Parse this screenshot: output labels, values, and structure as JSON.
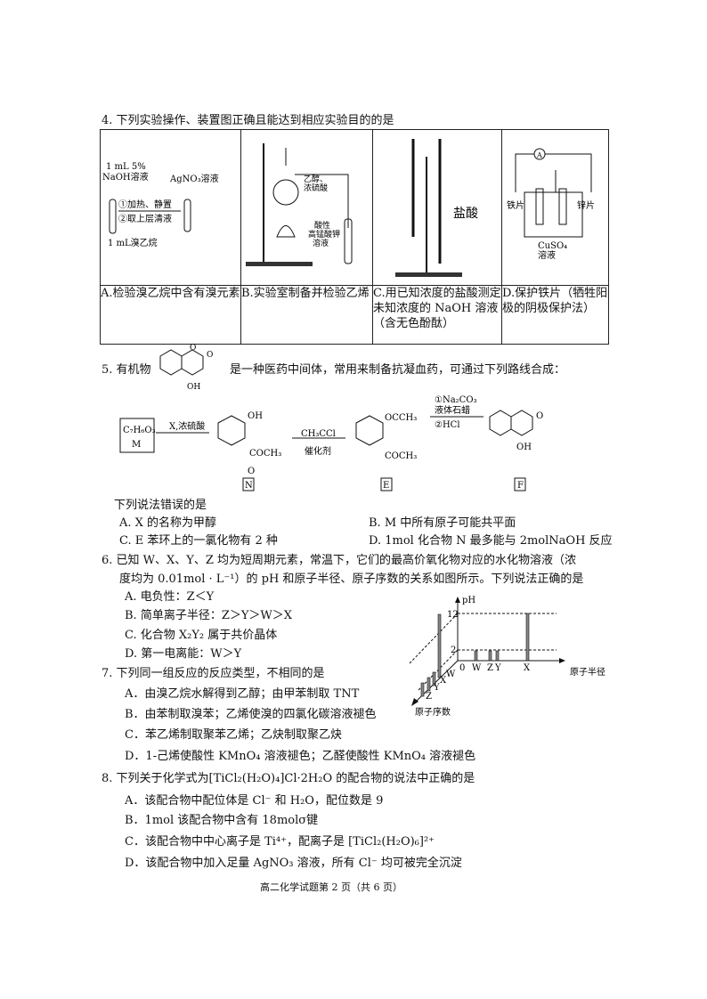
{
  "q4": {
    "stem": "4. 下列实验操作、装置图正确且能达到相应实验目的的是",
    "fig_a": {
      "reagent1": "1 mL  5%",
      "reagent1b": "NaOH溶液",
      "reagent2": "AgNO₃溶液",
      "step1": "①加热、静置",
      "step2": "②取上层清液",
      "bottom": "1 mL溴乙烷"
    },
    "fig_b": {
      "label1": "乙醇、",
      "label2": "浓硫酸",
      "label3": "酸性",
      "label4": "高锰酸钾",
      "label5": "溶液"
    },
    "fig_c": {
      "label": "盐酸"
    },
    "fig_d": {
      "meter": "A",
      "left": "铁片",
      "right": "锌片",
      "sol1": "CuSO₄",
      "sol2": "溶液"
    },
    "options": [
      "A.检验溴乙烷中含有溴元素",
      "B.实验室制备并检验乙烯",
      "C.用已知浓度的盐酸测定未知浓度的 NaOH 溶液（含无色酚酞）",
      "D.保护铁片（牺牲阳极的阴极保护法）"
    ]
  },
  "q5": {
    "stem_pre": "5. 有机物",
    "stem_post": "是一种医药中间体，常用来制备抗凝血药，可通过下列路线合成：",
    "scheme": {
      "m_formula": "C₇H₆O₃",
      "m_label": "M",
      "arrow1": "X,浓硫酸",
      "reagent2": "CH₃CCl",
      "cat2": "催化剂",
      "reagent3a": "①Na₂CO₃",
      "reagent3b": "液体石蜡",
      "reagent3c": "②HCl",
      "N": "N",
      "E": "E",
      "F": "F",
      "OH": "OH",
      "COCH3": "COCH₃",
      "OCCH3": "OCCH₃",
      "O": "O"
    },
    "question": "下列说法错误的是",
    "options": [
      "A. X 的名称为甲醇",
      "B. M 中所有原子可能共平面",
      "C. E 苯环上的一氯化物有 2 种",
      "D. 1mol 化合物 N 最多能与 2molNaOH 反应"
    ]
  },
  "q6": {
    "stem1": "6. 已知 W、X、Y、Z 均为短周期元素，常温下，它们的最高价氧化物对应的水化物溶液（浓",
    "stem2": "度均为 0.01mol · L⁻¹）的 pH 和原子半径、原子序数的关系如图所示。下列说法正确的是",
    "options": [
      "A. 电负性：Z＜Y",
      "B. 简单离子半径：Z＞Y＞W＞X",
      "C. 化合物 X₂Y₂ 属于共价晶体",
      "D. 第一电离能：W＞Y"
    ],
    "figure": {
      "y_axis": "pH",
      "x_axis": "原子半径",
      "z_axis": "原子序数",
      "ticks_y": [
        "12",
        "2"
      ],
      "origin": "0",
      "x_labels": [
        "W",
        "Z",
        "Y",
        "X"
      ],
      "z_labels": [
        "W",
        "X",
        "Y",
        "Z"
      ]
    }
  },
  "q7": {
    "stem": "7. 下列同一组反应的反应类型，不相同的是",
    "options": [
      "A．由溴乙烷水解得到乙醇；由甲苯制取 TNT",
      "B．由苯制取溴苯；乙烯使溴的四氯化碳溶液褪色",
      "C．苯乙烯制取聚苯乙烯；乙炔制取聚乙炔",
      "D．1-己烯使酸性 KMnO₄ 溶液褪色；乙醛使酸性 KMnO₄ 溶液褪色"
    ]
  },
  "q8": {
    "stem": "8. 下列关于化学式为[TiCl₂(H₂O)₄]Cl·2H₂O 的配合物的说法中正确的是",
    "options": [
      "A．该配合物中配位体是 Cl⁻ 和 H₂O，配位数是 9",
      "B．1mol 该配合物中含有 18molσ键",
      "C．该配合物中中心离子是 Ti⁴⁺，配离子是 [TiCl₂(H₂O)₆]²⁺",
      "D．该配合物中加入足量 AgNO₃ 溶液，所有 Cl⁻ 均可被完全沉淀"
    ]
  },
  "footer": "高二化学试题第 2 页（共 6 页）"
}
